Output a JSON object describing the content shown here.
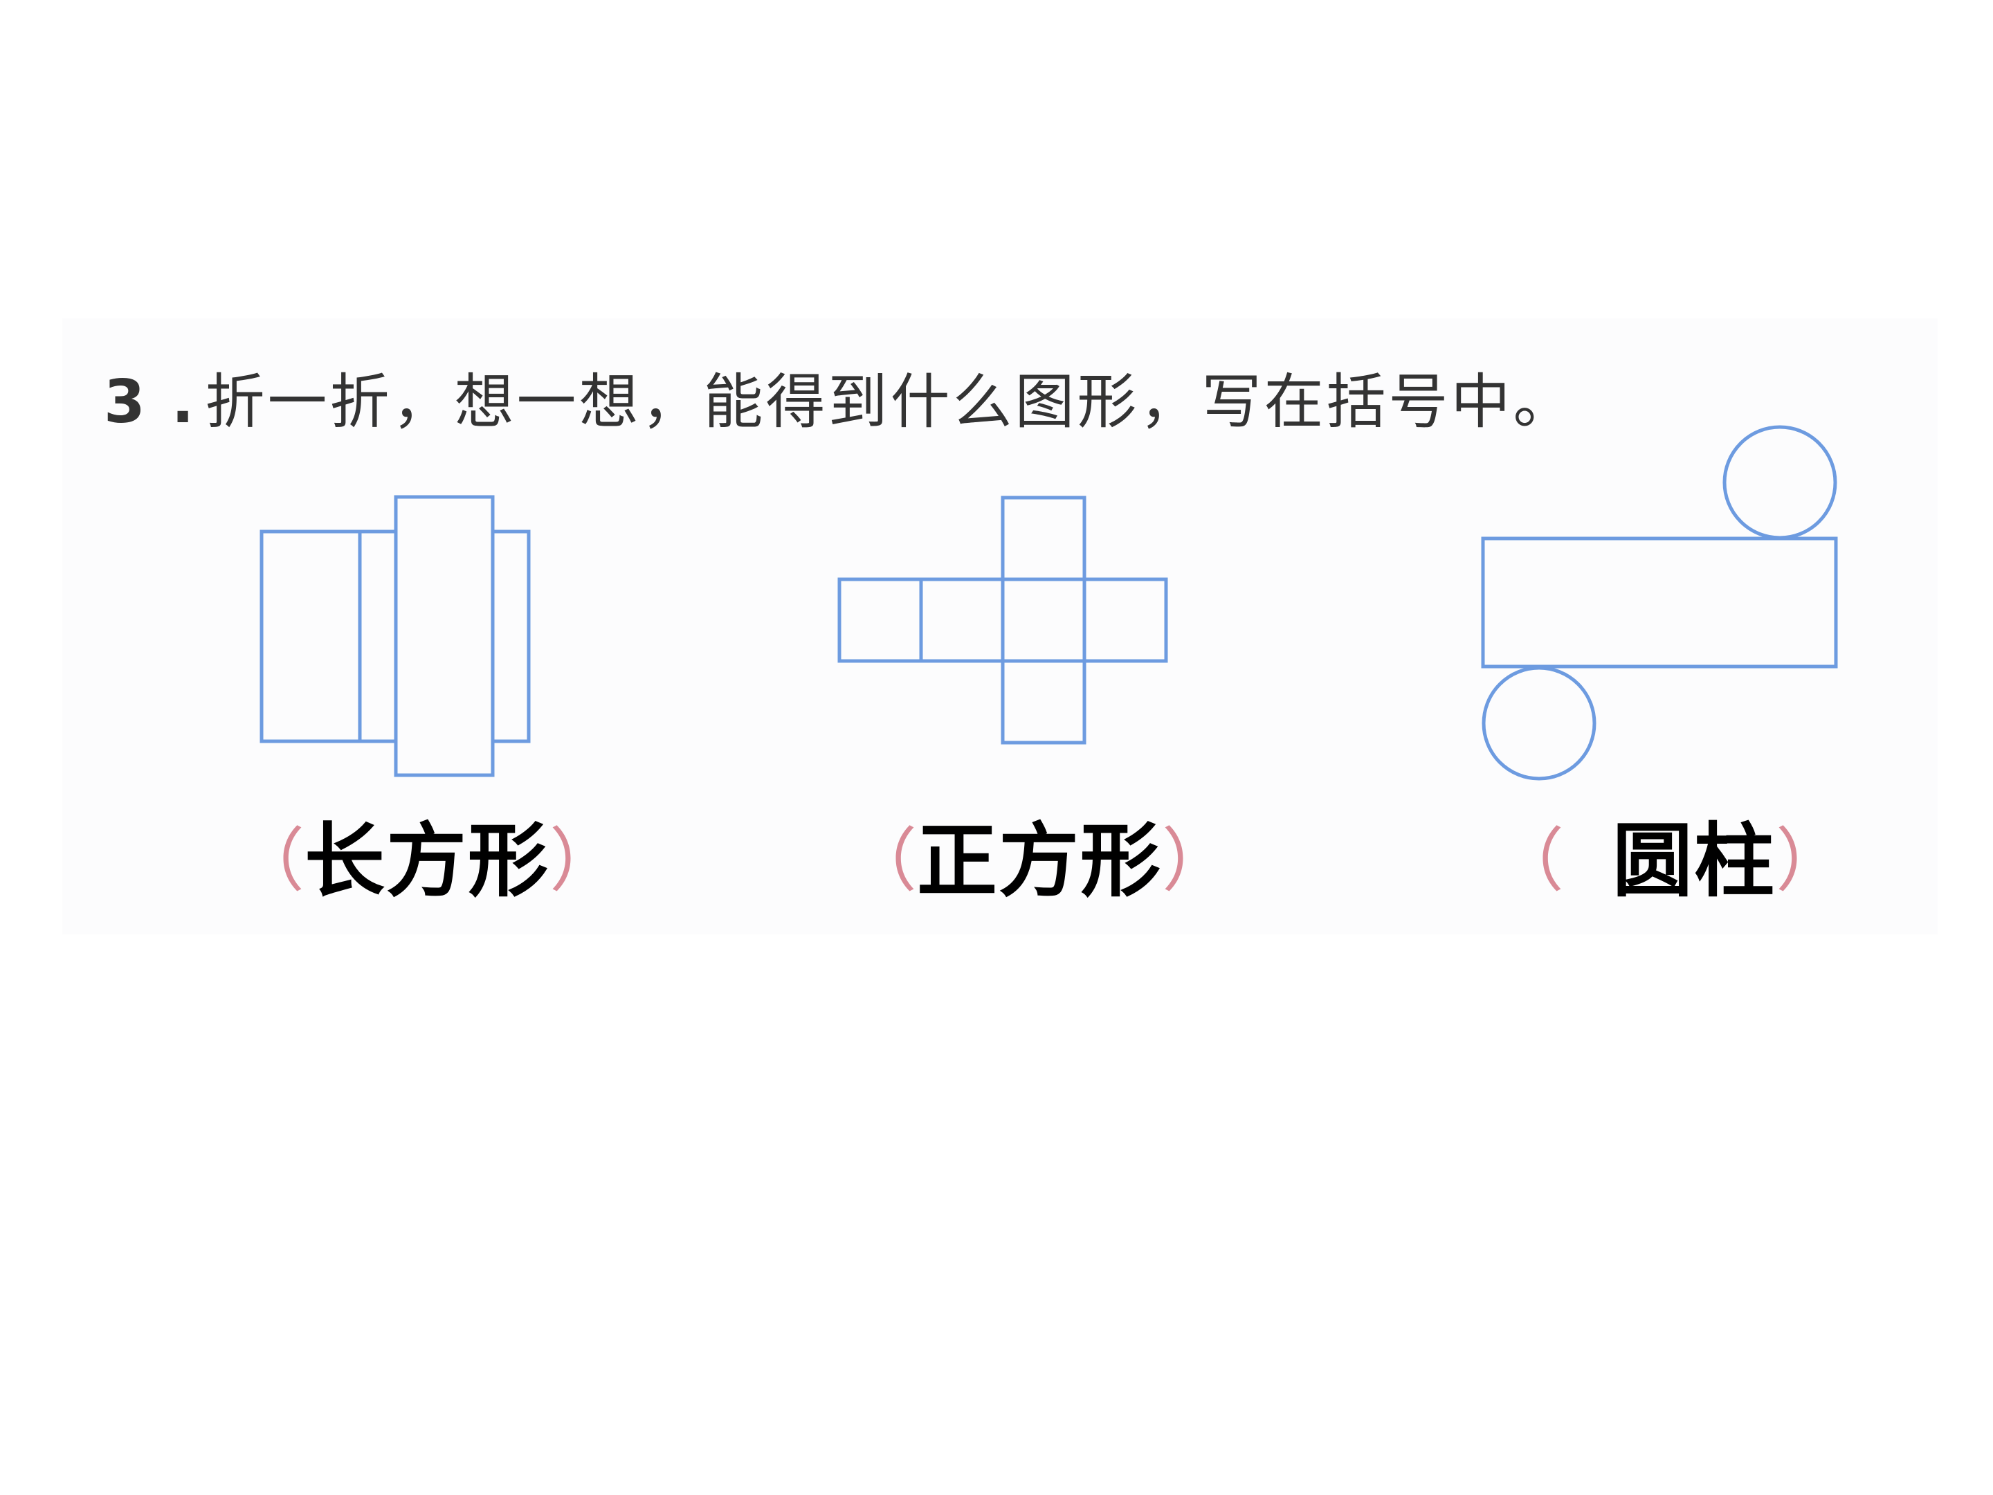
{
  "question": {
    "number": "3 .",
    "text": "折一折，想一想，能得到什么图形，写在括号中。"
  },
  "answers": [
    {
      "open": "（",
      "text": "长方形",
      "close": "）"
    },
    {
      "open": "（",
      "text": "正方形",
      "close": "）"
    },
    {
      "open": "（",
      "text": "圆柱",
      "close": "）"
    }
  ],
  "colors": {
    "net_line": "#6d9be0",
    "paren": "#d98a96",
    "question_text": "#333333",
    "answer_text": "#000000"
  }
}
